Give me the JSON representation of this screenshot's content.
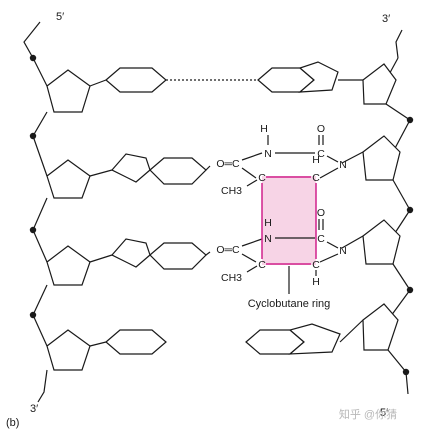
{
  "labels": {
    "end_5_top": "5′",
    "end_3_top": "3′",
    "end_3_bottom": "3′",
    "end_5_bottom": "5′",
    "panel": "(b)",
    "ring": "Cyclobutane ring",
    "watermark": "知乎 @你猜"
  },
  "atoms": {
    "h": "H",
    "n": "N",
    "o": "O",
    "c": "C",
    "ch3": "CH3",
    "oc": "O═C"
  },
  "colors": {
    "magenta": "#d0218c",
    "highlight": "#f7d4e6",
    "ink": "#1a1a1a"
  }
}
